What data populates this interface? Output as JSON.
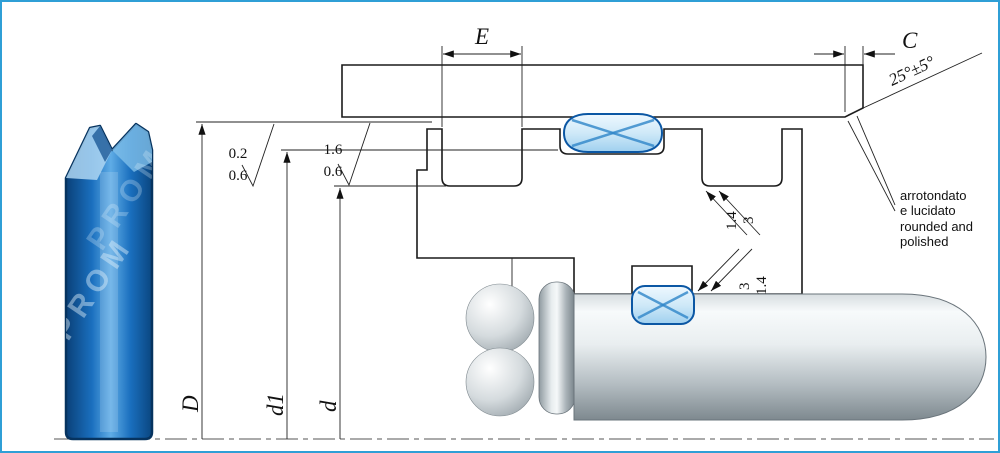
{
  "drawing": {
    "dims": {
      "e": "E",
      "c": "C",
      "angle": "25°±5°",
      "D": "D",
      "d1": "d1",
      "d": "d"
    },
    "roughness": {
      "left_top": "0.2",
      "left_bottom": "0.6",
      "right_top": "1.6",
      "right_bottom": "0.6"
    },
    "groove": {
      "upper_a": "1.4",
      "upper_b": "3",
      "lower_a": "3",
      "lower_b": "1.4"
    },
    "note": {
      "line1": "arrotondato",
      "line2": "e lucidato",
      "line3": "rounded and",
      "line4": "polished"
    }
  },
  "watermark": {
    "text": "PROM"
  },
  "colors": {
    "frame": "#2f9fd6",
    "seal_fill": "#d9edfa",
    "seal_stroke": "#0b57a4",
    "seal_cross": "#2f86c9",
    "illustration_blue": "#1a6fbe",
    "hatch_line": "#8a99a8",
    "line": "#1a1a1a"
  }
}
